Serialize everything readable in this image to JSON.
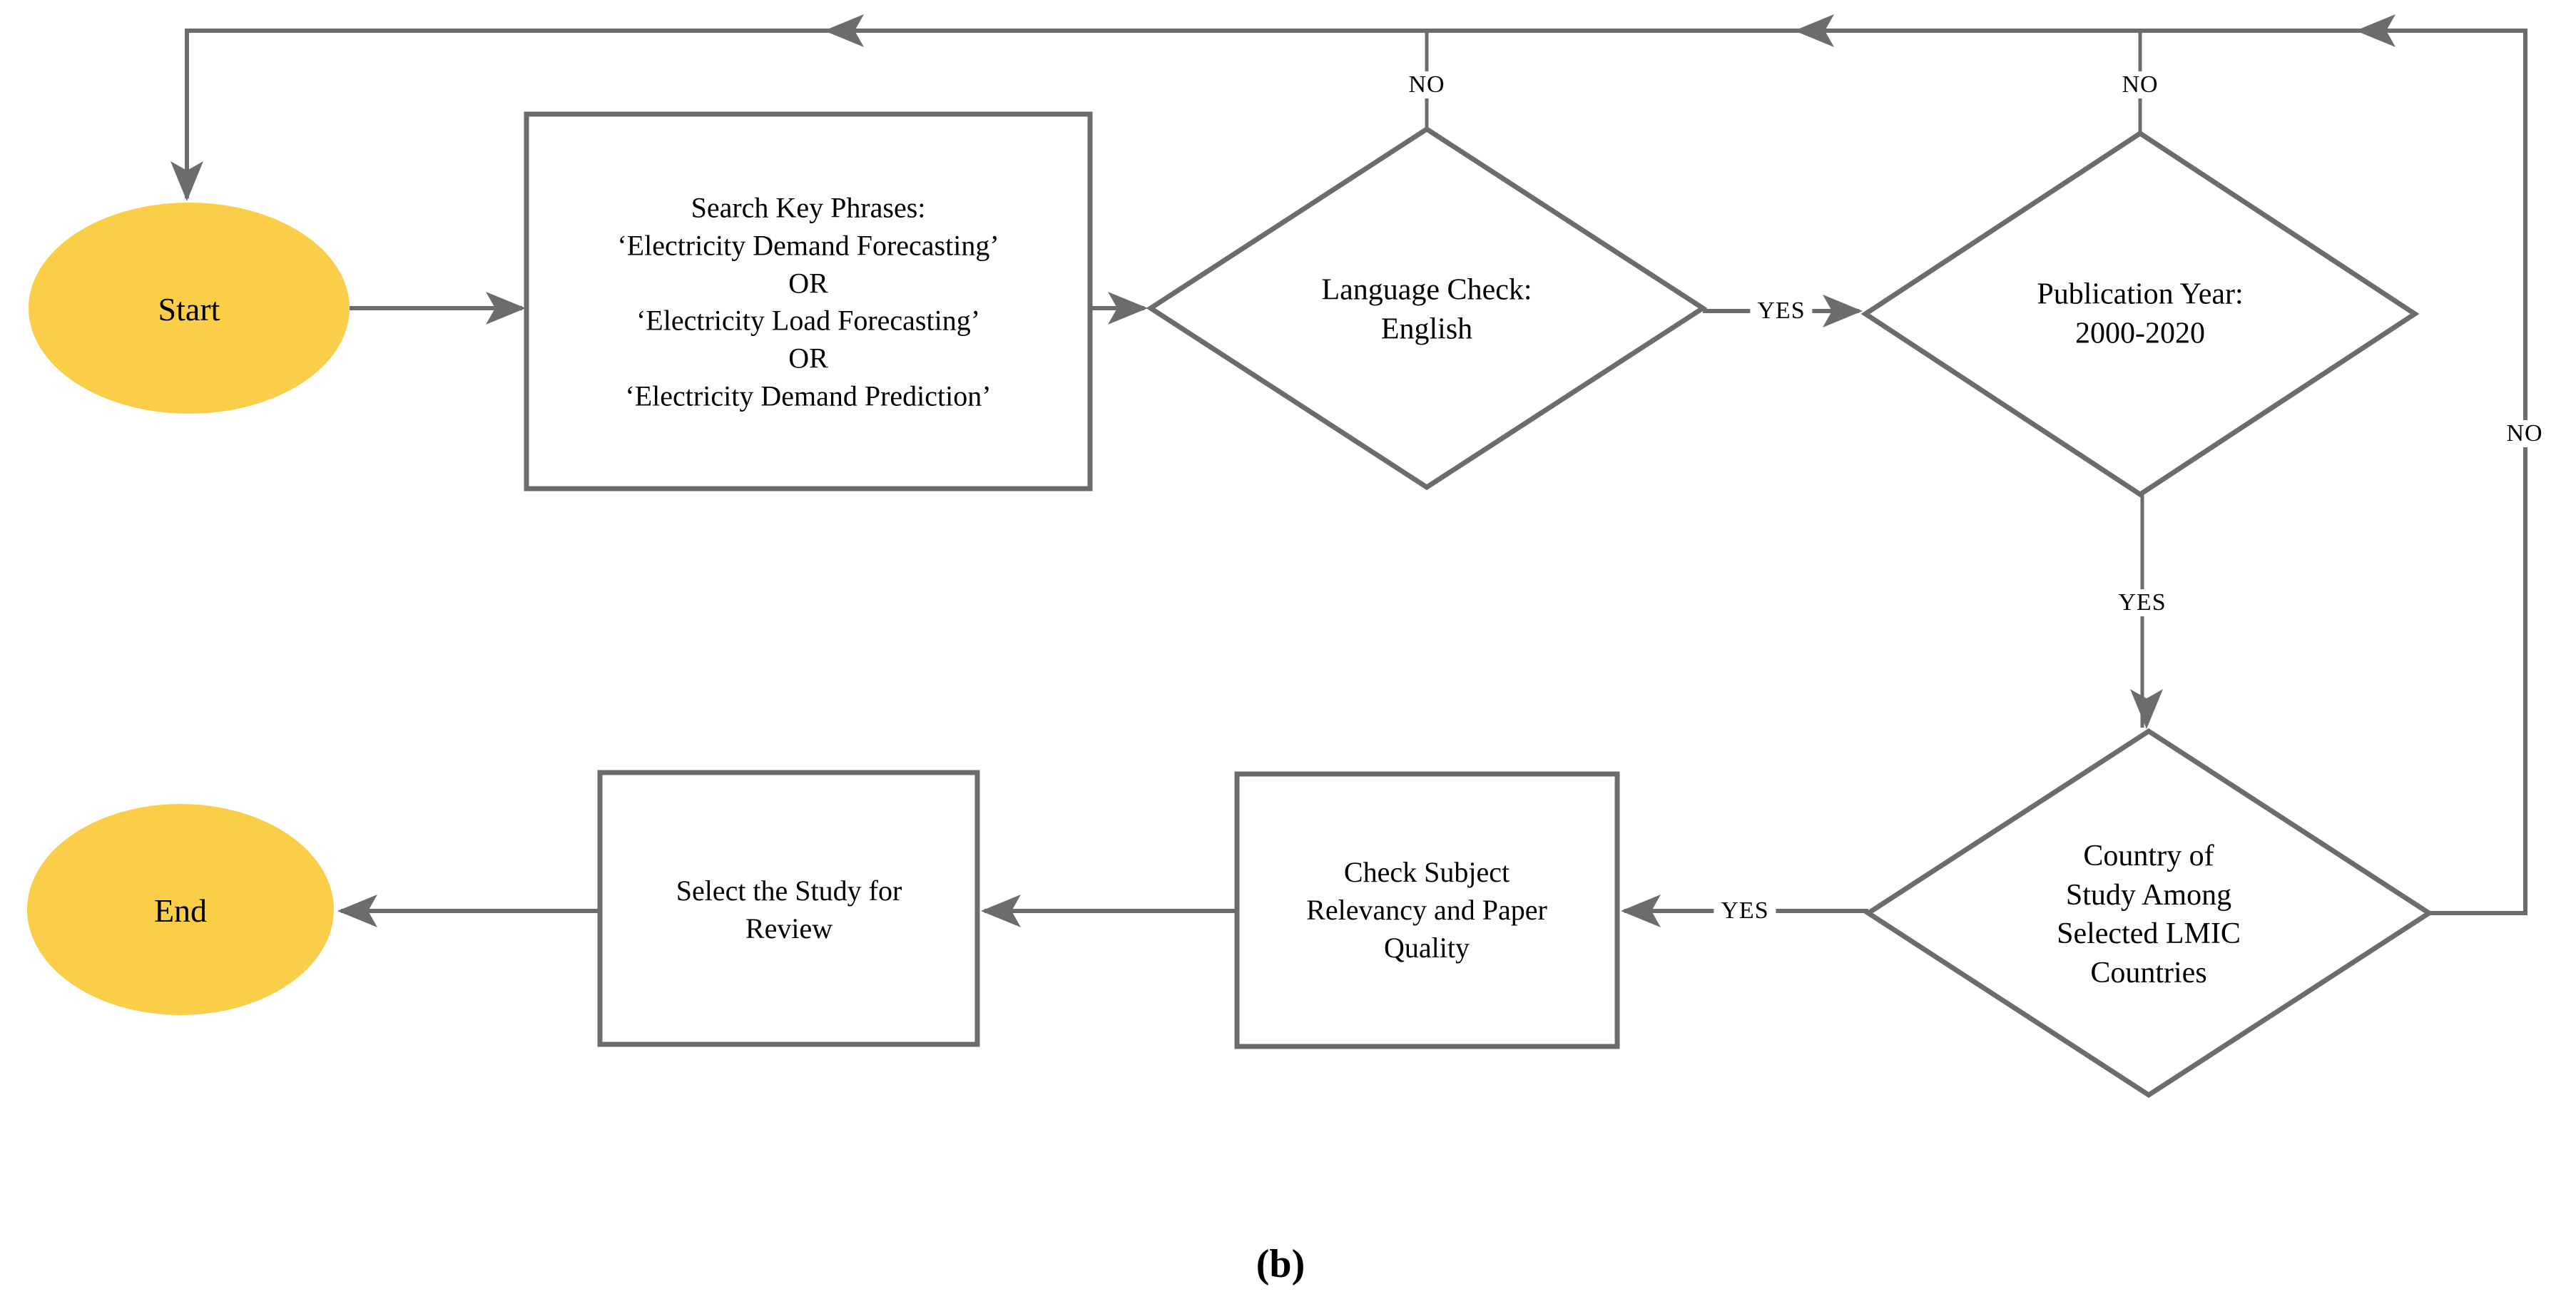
{
  "figure": {
    "caption": "(b)",
    "colors": {
      "line": "#6b6c6e",
      "terminal_fill": "#fbce4a",
      "node_fill": "#ffffff",
      "text": "#000000"
    }
  },
  "nodes": {
    "start": {
      "type": "terminal",
      "label": "Start"
    },
    "search": {
      "type": "process",
      "label": "Search Key Phrases:\n‘Electricity Demand Forecasting’\nOR\n‘Electricity Load Forecasting’\nOR\n‘Electricity Demand Prediction’"
    },
    "language": {
      "type": "decision",
      "label": "Language Check:\nEnglish"
    },
    "year": {
      "type": "decision",
      "label": "Publication Year:\n2000-2020"
    },
    "country": {
      "type": "decision",
      "label": "Country of\nStudy Among\nSelected LMIC\nCountries"
    },
    "relevancy": {
      "type": "process",
      "label": "Check Subject\nRelevancy and Paper\nQuality"
    },
    "select": {
      "type": "process",
      "label": "Select the Study for\nReview"
    },
    "end": {
      "type": "terminal",
      "label": "End"
    }
  },
  "edge_labels": {
    "language_no": "NO",
    "year_no": "NO",
    "country_no": "NO",
    "language_yes": "YES",
    "year_yes": "YES",
    "country_yes": "YES"
  }
}
